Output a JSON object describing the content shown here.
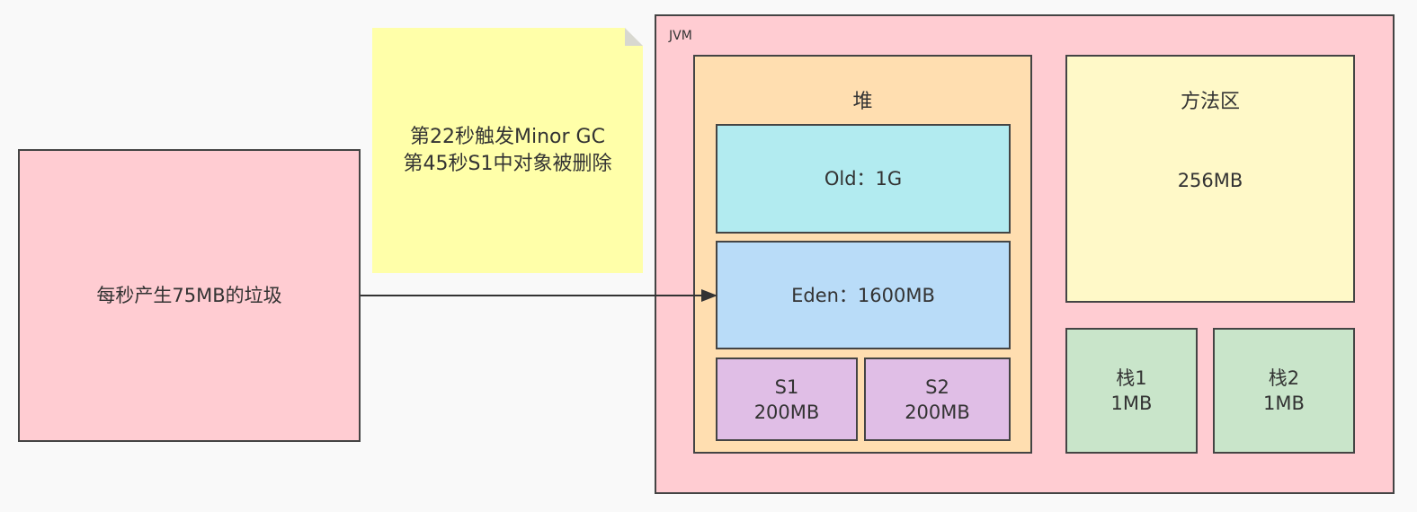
{
  "source": {
    "label": "每秒产生75MB的垃圾"
  },
  "note": {
    "text": "第22秒触发Minor GC\n第45秒S1中对象被删除"
  },
  "jvm": {
    "title": "JVM",
    "heap": {
      "title": "堆",
      "old": "Old：1G",
      "eden": "Eden：1600MB",
      "s1": "S1\n200MB",
      "s2": "S2\n200MB"
    },
    "method_area": {
      "title": "方法区",
      "size": "256MB"
    },
    "stacks": [
      "栈1\n1MB",
      "栈2\n1MB"
    ]
  },
  "colors": {
    "pink": "#ffccd2",
    "note_yellow": "#ffffa9",
    "heap_orange": "#ffdeb0",
    "old_cyan": "#b2ebf0",
    "eden_blue": "#b9dcf8",
    "survivor_purple": "#e0bee6",
    "method_yellow": "#fff9c8",
    "stack_green": "#c9e5ca"
  }
}
